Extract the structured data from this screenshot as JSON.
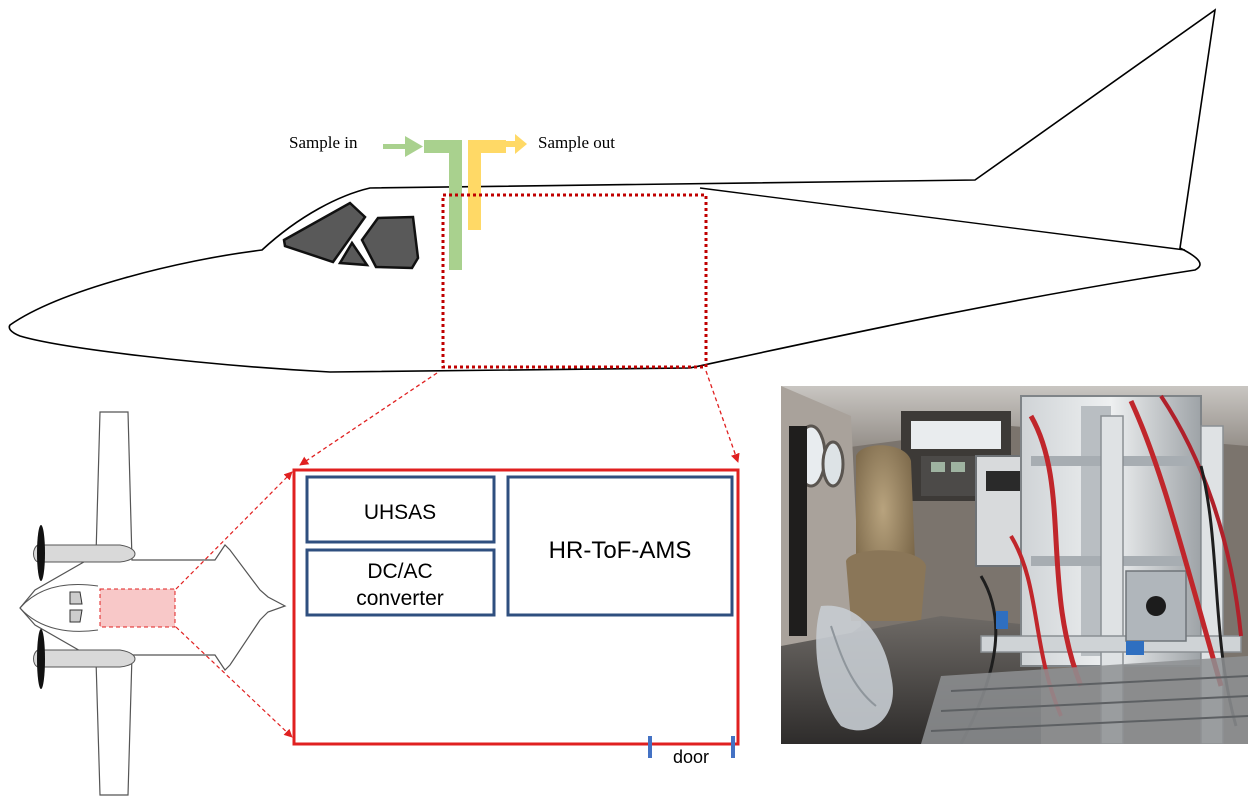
{
  "labels": {
    "sample_in": "Sample in",
    "sample_out": "Sample out",
    "door": "door"
  },
  "instruments": [
    {
      "name": "UHSAS",
      "lines": [
        "UHSAS"
      ]
    },
    {
      "name": "DC/AC converter",
      "lines": [
        "DC/AC",
        "converter"
      ]
    },
    {
      "name": "HR-ToF-AMS",
      "lines": [
        "HR-ToF-AMS"
      ]
    }
  ],
  "colors": {
    "sample_in": "#a9d18e",
    "sample_out": "#ffd966",
    "cabin_outline": "#e02020",
    "instrument_box": "#2f4f7f",
    "door_marker": "#4472c4",
    "cabin_fill_topview": "#f8c8c8",
    "window": "#595959"
  }
}
